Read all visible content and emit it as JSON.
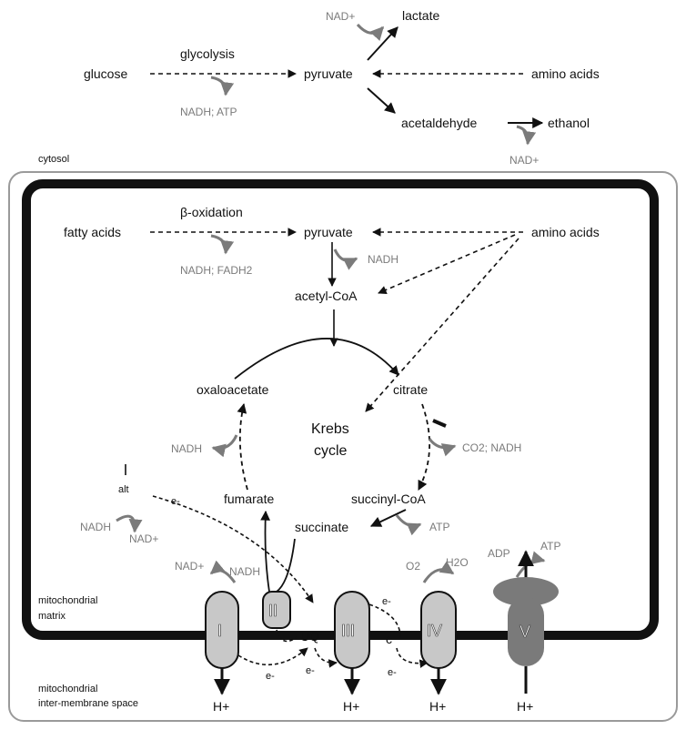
{
  "colors": {
    "ink": "#111111",
    "cofactor_grey": "#7b7b7b",
    "complex_fill": "#c8c8c8",
    "atp_synthase_fill": "#7a7a7a",
    "outer_box": "#9a9a9a"
  },
  "cytosol": {
    "compartment_label": "cytosol",
    "glucose": "glucose",
    "glycolysis": "glycolysis",
    "glycolysis_cofactors": "NADH; ATP",
    "pyruvate": "pyruvate",
    "amino_acids": "amino acids",
    "lactate": "lactate",
    "lactate_cofactor": "NAD+",
    "acetaldehyde": "acetaldehyde",
    "ethanol": "ethanol",
    "ethanol_cofactor": "NAD+"
  },
  "matrix": {
    "fatty_acids": "fatty acids",
    "beta_oxidation": "β-oxidation",
    "beta_oxidation_cofactors": "NADH; FADH2",
    "pyruvate": "pyruvate",
    "pdh_cofactor": "NADH",
    "amino_acids": "amino acids",
    "acetyl_coa": "acetyl-CoA",
    "krebs_line1": "Krebs",
    "krebs_line2": "cycle",
    "oxaloacetate": "oxaloacetate",
    "oxaloacetate_cofactor": "NADH",
    "citrate": "citrate",
    "citrate_cofactors": "CO2; NADH",
    "succinyl_coa": "succinyl-CoA",
    "succinyl_cofactor": "ATP",
    "succinate": "succinate",
    "fumarate": "fumarate",
    "compartment_label_line1": "mitochondrial",
    "compartment_label_line2": "matrix"
  },
  "etc": {
    "alt_bar": "I",
    "alt_label": "alt",
    "alt_cofactor_in": "NADH",
    "alt_cofactor_out": "NAD+",
    "electron": "e-",
    "complex_I": "I",
    "complex_I_cofactor_out": "NAD+",
    "complex_I_cofactor_in": "NADH",
    "complex_II": "II",
    "ubiquinone": "UQ",
    "complex_III": "III",
    "cytochrome_c": "c",
    "complex_IV": "IV",
    "complex_IV_o2": "O2",
    "complex_IV_h2o": "H2O",
    "complex_V": "V",
    "adp": "ADP",
    "atp": "ATP",
    "proton": "H+",
    "ims_label_line1": "mitochondrial",
    "ims_label_line2": "inter-membrane space"
  }
}
